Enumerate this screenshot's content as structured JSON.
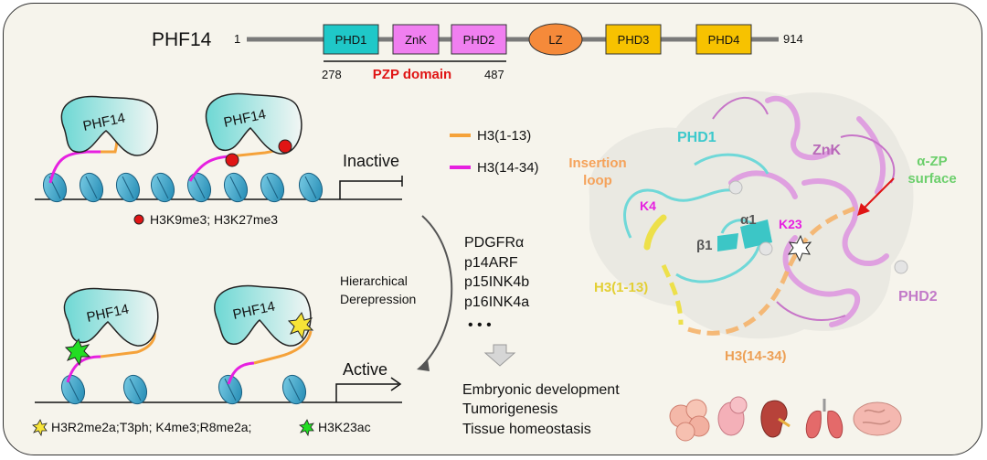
{
  "domain_map": {
    "protein": "PHF14",
    "start": "1",
    "end": "914",
    "domains": [
      {
        "label": "PHD1",
        "color": "#1fc8c8"
      },
      {
        "label": "ZnK",
        "color": "#f07ff0"
      },
      {
        "label": "PHD2",
        "color": "#f07ff0"
      },
      {
        "label": "LZ",
        "color": "#f58a3a"
      },
      {
        "label": "PHD3",
        "color": "#f7c200"
      },
      {
        "label": "PHD4",
        "color": "#f7c200"
      }
    ],
    "pzp_start": "278",
    "pzp_end": "487",
    "pzp_label": "PZP domain"
  },
  "left": {
    "protein_label": "PHF14",
    "state_inactive": "Inactive",
    "state_active": "Active",
    "derepression_label_1": "Hierarchical",
    "derepression_label_2": "Derepression",
    "legend_inactive_marks": "H3K9me3; H3K27me3",
    "legend_active_marks_1": "H3R2me2a;T3ph; K4me3;R8me2a;",
    "legend_active_marks_2": "H3K23ac"
  },
  "legend": {
    "h3_short": "H3(1-13)",
    "h3_long": "H3(14-34)",
    "h3_short_color": "#f5a23a",
    "h3_long_color": "#e620e0"
  },
  "targets": {
    "genes": [
      "PDGFRα",
      "p14ARF",
      "p15INK4b",
      "p16INK4a"
    ],
    "ellipsis": "• • •",
    "outcomes": [
      "Embryonic development",
      "Tumorigenesis",
      "Tissue homeostasis"
    ]
  },
  "structure": {
    "phd1": "PHD1",
    "znk": "ZnK",
    "phd2": "PHD2",
    "insertion_loop_1": "Insertion",
    "insertion_loop_2": "loop",
    "alpha_zp_1": "α-ZP",
    "alpha_zp_2": "surface",
    "k4": "K4",
    "k23": "K23",
    "alpha1": "α1",
    "beta1": "β1",
    "h3_short": "H3(1-13)",
    "h3_long": "H3(14-34)"
  },
  "icons": [
    "cell-cluster-icon",
    "embryo-icon",
    "kidney-icon",
    "lungs-icon",
    "brain-icon"
  ]
}
